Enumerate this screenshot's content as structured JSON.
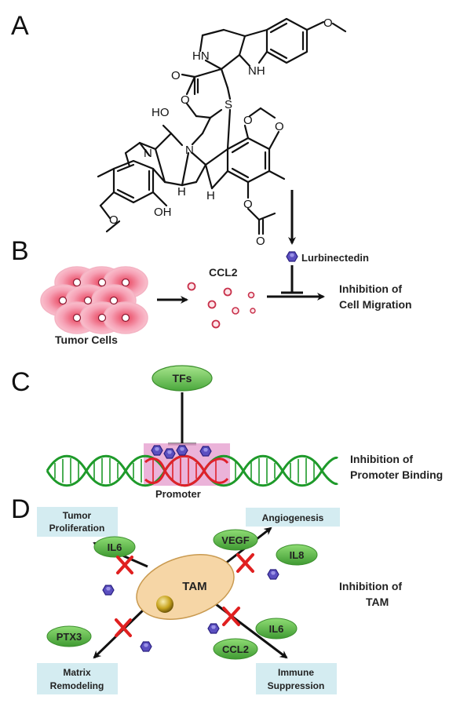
{
  "panels": {
    "a": "A",
    "b": "B",
    "c": "C",
    "d": "D"
  },
  "structure_atoms": {
    "hn_top": "HN",
    "nh_indole": "NH",
    "o_methoxy_top": "O",
    "o_carbonyl": "O",
    "o_ester": "O",
    "s": "S",
    "ho": "HO",
    "n_bridge": "N",
    "n_ring": "N",
    "h1": "H",
    "h2": "H",
    "o_diox1": "O",
    "o_diox2": "O",
    "o_acetate": "O",
    "o_acetate_carbonyl": "O",
    "oh": "OH",
    "o_methoxy_bottom": "O"
  },
  "panel_b": {
    "drug": "Lurbinectedin",
    "chemokine": "CCL2",
    "cells": "Tumor Cells",
    "result_line1": "Inhibition of",
    "result_line2": "Cell Migration"
  },
  "panel_c": {
    "tfs": "TFs",
    "promoter": "Promoter",
    "result_line1": "Inhibition of",
    "result_line2": "Promoter Binding"
  },
  "panel_d": {
    "tam": "TAM",
    "box_tl": [
      "Tumor",
      "Proliferation"
    ],
    "box_tr": [
      "Angiogenesis"
    ],
    "box_bl": [
      "Matrix",
      "Remodeling"
    ],
    "box_br": [
      "Immune",
      "Suppression"
    ],
    "il6_a": "IL6",
    "vegf": "VEGF",
    "il8": "IL8",
    "ptx3": "PTX3",
    "il6_b": "IL6",
    "ccl2": "CCL2",
    "result_line1": "Inhibition of",
    "result_line2": "TAM"
  },
  "colors": {
    "pill_green": "#5db54a",
    "tam_fill": "#f6d6a6",
    "box_blue": "#d4ecf1",
    "hexagon": "#5b4fc0",
    "red_x": "#e02020",
    "tumor_pink": "#f29ab0",
    "helix_green": "#1e9a2a",
    "helix_red": "#e0202a",
    "promoter_pink": "#e7a6d2"
  }
}
